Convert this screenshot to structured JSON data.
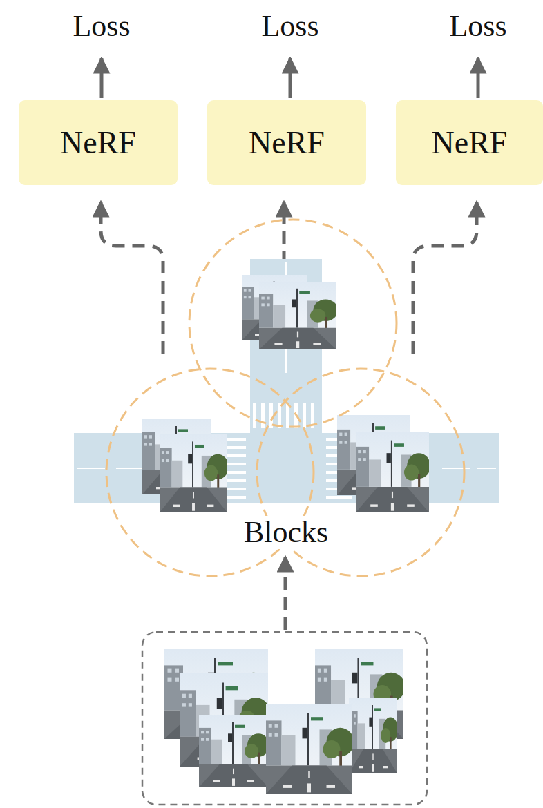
{
  "diagram": {
    "nodes": [
      {
        "text": [
          "NeRF"
        ]
      },
      {
        "text": [
          "NeRF"
        ]
      },
      {
        "text": [
          "NeRF"
        ]
      }
    ],
    "labels": [
      "Loss",
      "Loss",
      "Loss",
      "Blocks"
    ]
  }
}
